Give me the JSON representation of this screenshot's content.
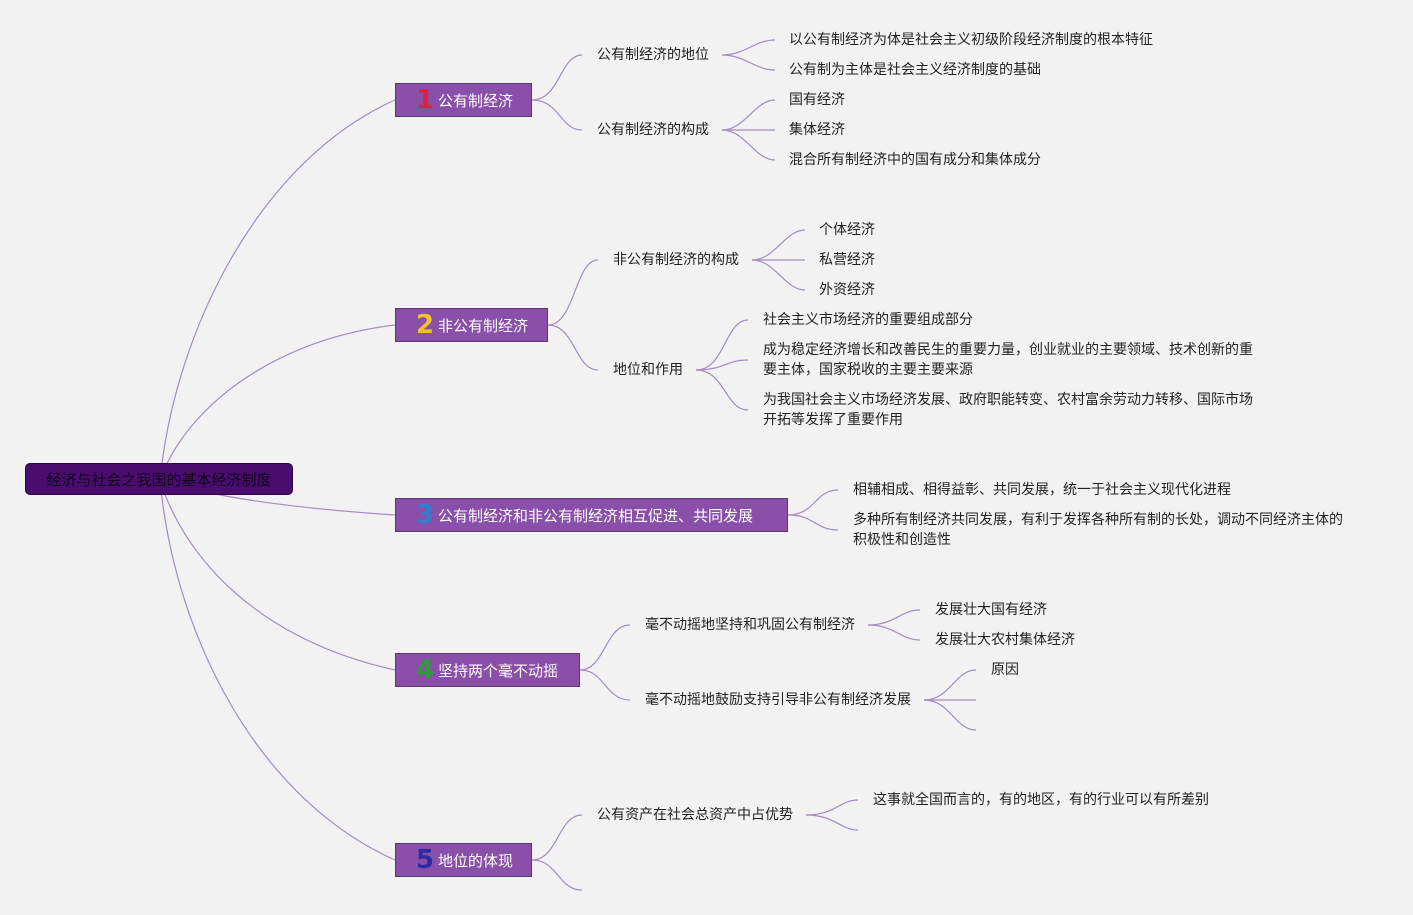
{
  "root": {
    "label": "经济与社会之我国的基本经济制度"
  },
  "branches": [
    {
      "number": "1",
      "number_color": "#e0203c",
      "label": "公有制经济",
      "children": [
        {
          "label": "公有制经济的地位",
          "children": [
            "以公有制经济为体是社会主义初级阶段经济制度的根本特征",
            "公有制为主体是社会主义经济制度的基础"
          ]
        },
        {
          "label": "公有制经济的构成",
          "children": [
            "国有经济",
            "集体经济",
            "混合所有制经济中的国有成分和集体成分"
          ]
        }
      ]
    },
    {
      "number": "2",
      "number_color": "#f2c22a",
      "label": "非公有制经济",
      "children": [
        {
          "label": "非公有制经济的构成",
          "children": [
            "个体经济",
            "私营经济",
            "外资经济"
          ]
        },
        {
          "label": "地位和作用",
          "children": [
            "社会主义市场经济的重要组成部分",
            "成为稳定经济增长和改善民生的重要力量，创业就业的主要领域、技术创新的重要主体，国家税收的主要主要来源",
            "为我国社会主义市场经济发展、政府职能转变、农村富余劳动力转移、国际市场开拓等发挥了重要作用"
          ]
        }
      ]
    },
    {
      "number": "3",
      "number_color": "#2f7fd0",
      "label": "公有制经济和非公有制经济相互促进、共同发展",
      "children": [
        {
          "label": "相辅相成、相得益彰、共同发展，统一于社会主义现代化进程"
        },
        {
          "label": "多种所有制经济共同发展，有利于发挥各种所有制的长处，调动不同经济主体的积极性和创造性"
        }
      ]
    },
    {
      "number": "4",
      "number_color": "#2e9a3a",
      "label": "坚持两个毫不动摇",
      "children": [
        {
          "label": "毫不动摇地坚持和巩固公有制经济",
          "children": [
            "发展壮大国有经济",
            "发展壮大农村集体经济"
          ]
        },
        {
          "label": "毫不动摇地鼓励支持引导非公有制经济发展",
          "children": [
            "原因",
            "",
            ""
          ]
        }
      ]
    },
    {
      "number": "5",
      "number_color": "#2a2aa8",
      "label": "地位的体现",
      "children": [
        {
          "label": "公有资产在社会总资产中占优势",
          "children": [
            "这事就全国而言的，有的地区，有的行业可以有所差别",
            ""
          ]
        },
        {
          "label": ""
        }
      ]
    }
  ]
}
